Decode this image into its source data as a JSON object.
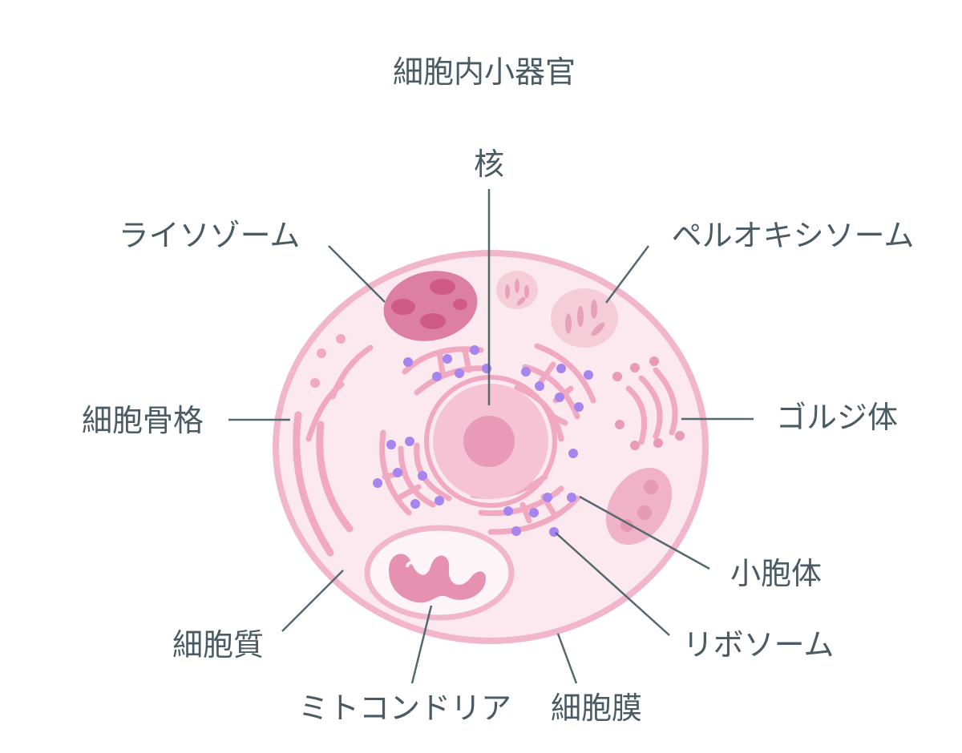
{
  "title": "細胞内小器官",
  "labels": {
    "nucleus": "核",
    "lysosome": "ライソゾーム",
    "peroxisome": "ペルオキシソーム",
    "cytoskeleton": "細胞骨格",
    "golgi": "ゴルジ体",
    "vesicle": "小胞体",
    "ribosome": "リボソーム",
    "cytoplasm": "細胞質",
    "mitochondria": "ミトコンドリア",
    "membrane": "細胞膜"
  },
  "colors": {
    "membrane": "#f2b6ca",
    "cytoplasm": "#fbe9ef",
    "organelle": "#f0a9c1",
    "nucleus_fill": "#f5c3d3",
    "nucleolus": "#e89ab6",
    "lysosome": "#dd7fa2",
    "lysosome_spots": "#cf5b84",
    "ribosome": "#a685ef",
    "leader": "#56686f",
    "text": "#4a5b63"
  }
}
